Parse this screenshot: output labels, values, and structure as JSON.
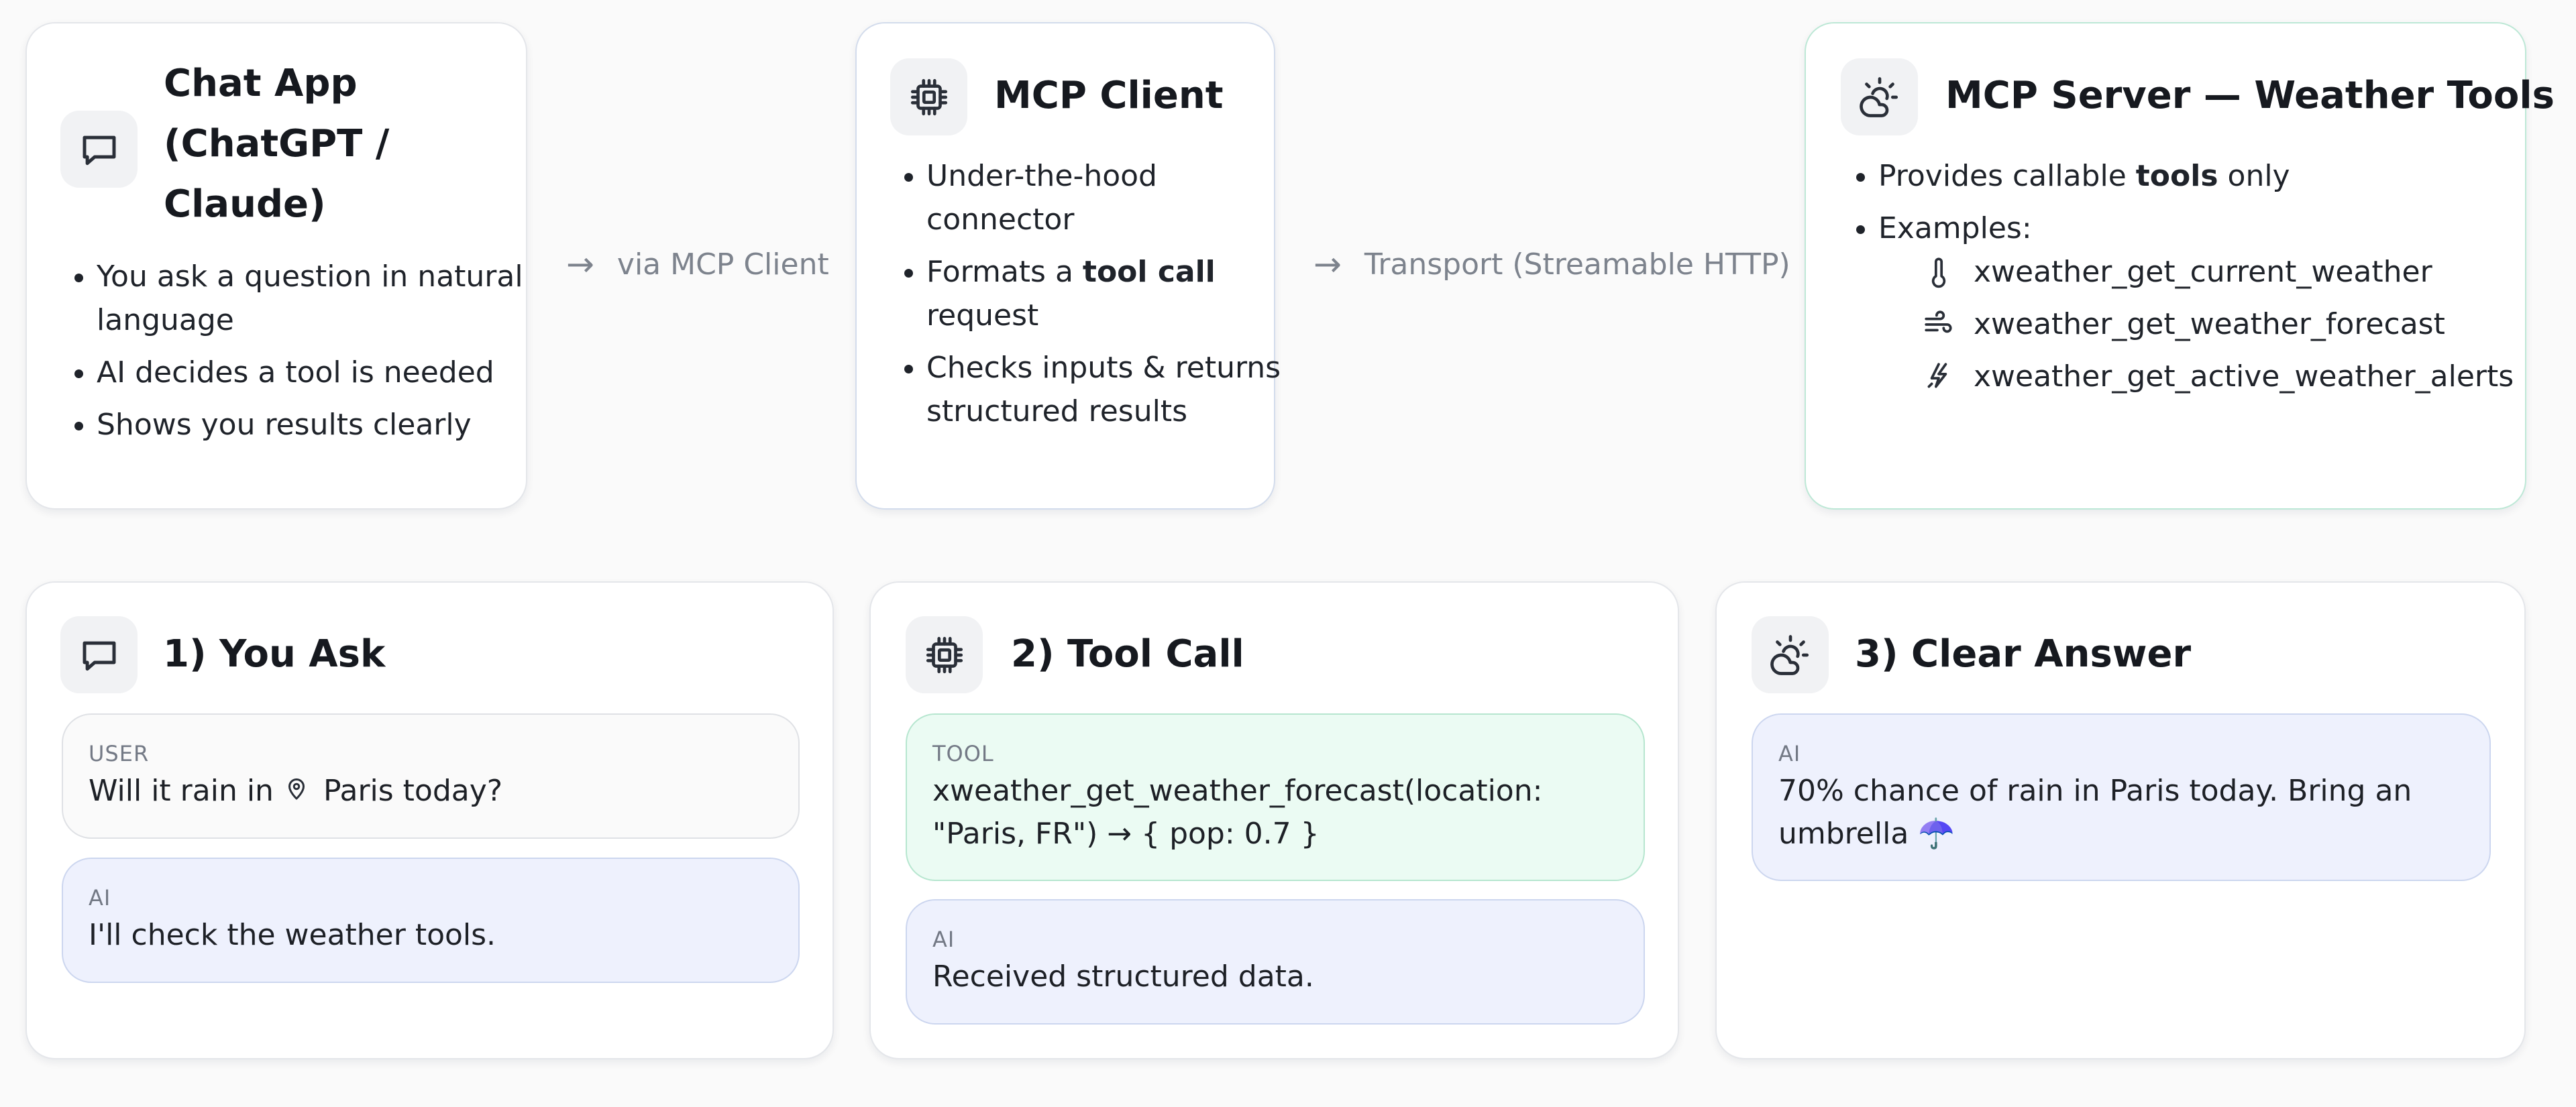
{
  "top": {
    "chat_app": {
      "title": "Chat App (ChatGPT / Claude)",
      "bullets": [
        "You ask a question in natural language",
        "AI decides a tool is needed",
        "Shows you results clearly"
      ]
    },
    "connector_1": "via MCP Client",
    "mcp_client": {
      "title": "MCP Client",
      "bullets": [
        {
          "pre": "Under-the-hood connector",
          "bold": "",
          "post": ""
        },
        {
          "pre": "Formats a ",
          "bold": "tool call",
          "post": " request"
        },
        {
          "pre": "Checks inputs & returns structured results",
          "bold": "",
          "post": ""
        }
      ]
    },
    "connector_2": "Transport (Streamable HTTP)",
    "mcp_server": {
      "title": "MCP Server — Weather Tools",
      "bullet_1_pre": "Provides callable ",
      "bullet_1_bold": "tools",
      "bullet_1_post": " only",
      "bullet_2": "Examples:",
      "tools": [
        {
          "icon": "thermometer-icon",
          "name": "xweather_get_current_weather"
        },
        {
          "icon": "wind-icon",
          "name": "xweather_get_weather_forecast"
        },
        {
          "icon": "lightning-icon",
          "name": "xweather_get_active_weather_alerts"
        }
      ]
    }
  },
  "steps": {
    "ask": {
      "title": "1) You Ask",
      "user_role": "USER",
      "user_text_pre": "Will it rain in",
      "user_text_post": "Paris today?",
      "ai_role": "AI",
      "ai_text": "I'll check the weather tools."
    },
    "tool_call": {
      "title": "2) Tool Call",
      "tool_role": "TOOL",
      "tool_text": "xweather_get_weather_forecast(location: \"Paris, FR\") → { pop: 0.7 }",
      "ai_role": "AI",
      "ai_text": "Received structured data."
    },
    "answer": {
      "title": "3) Clear Answer",
      "ai_role": "AI",
      "ai_text": "70% chance of rain in Paris today. Bring an umbrella ☂️"
    }
  },
  "colors": {
    "page_bg": "#fafafa",
    "card_border": "#e4e6ea",
    "ai_bubble": "#eef1fd",
    "tool_bubble": "#ebfbf3",
    "server_border": "#bde8d6"
  }
}
